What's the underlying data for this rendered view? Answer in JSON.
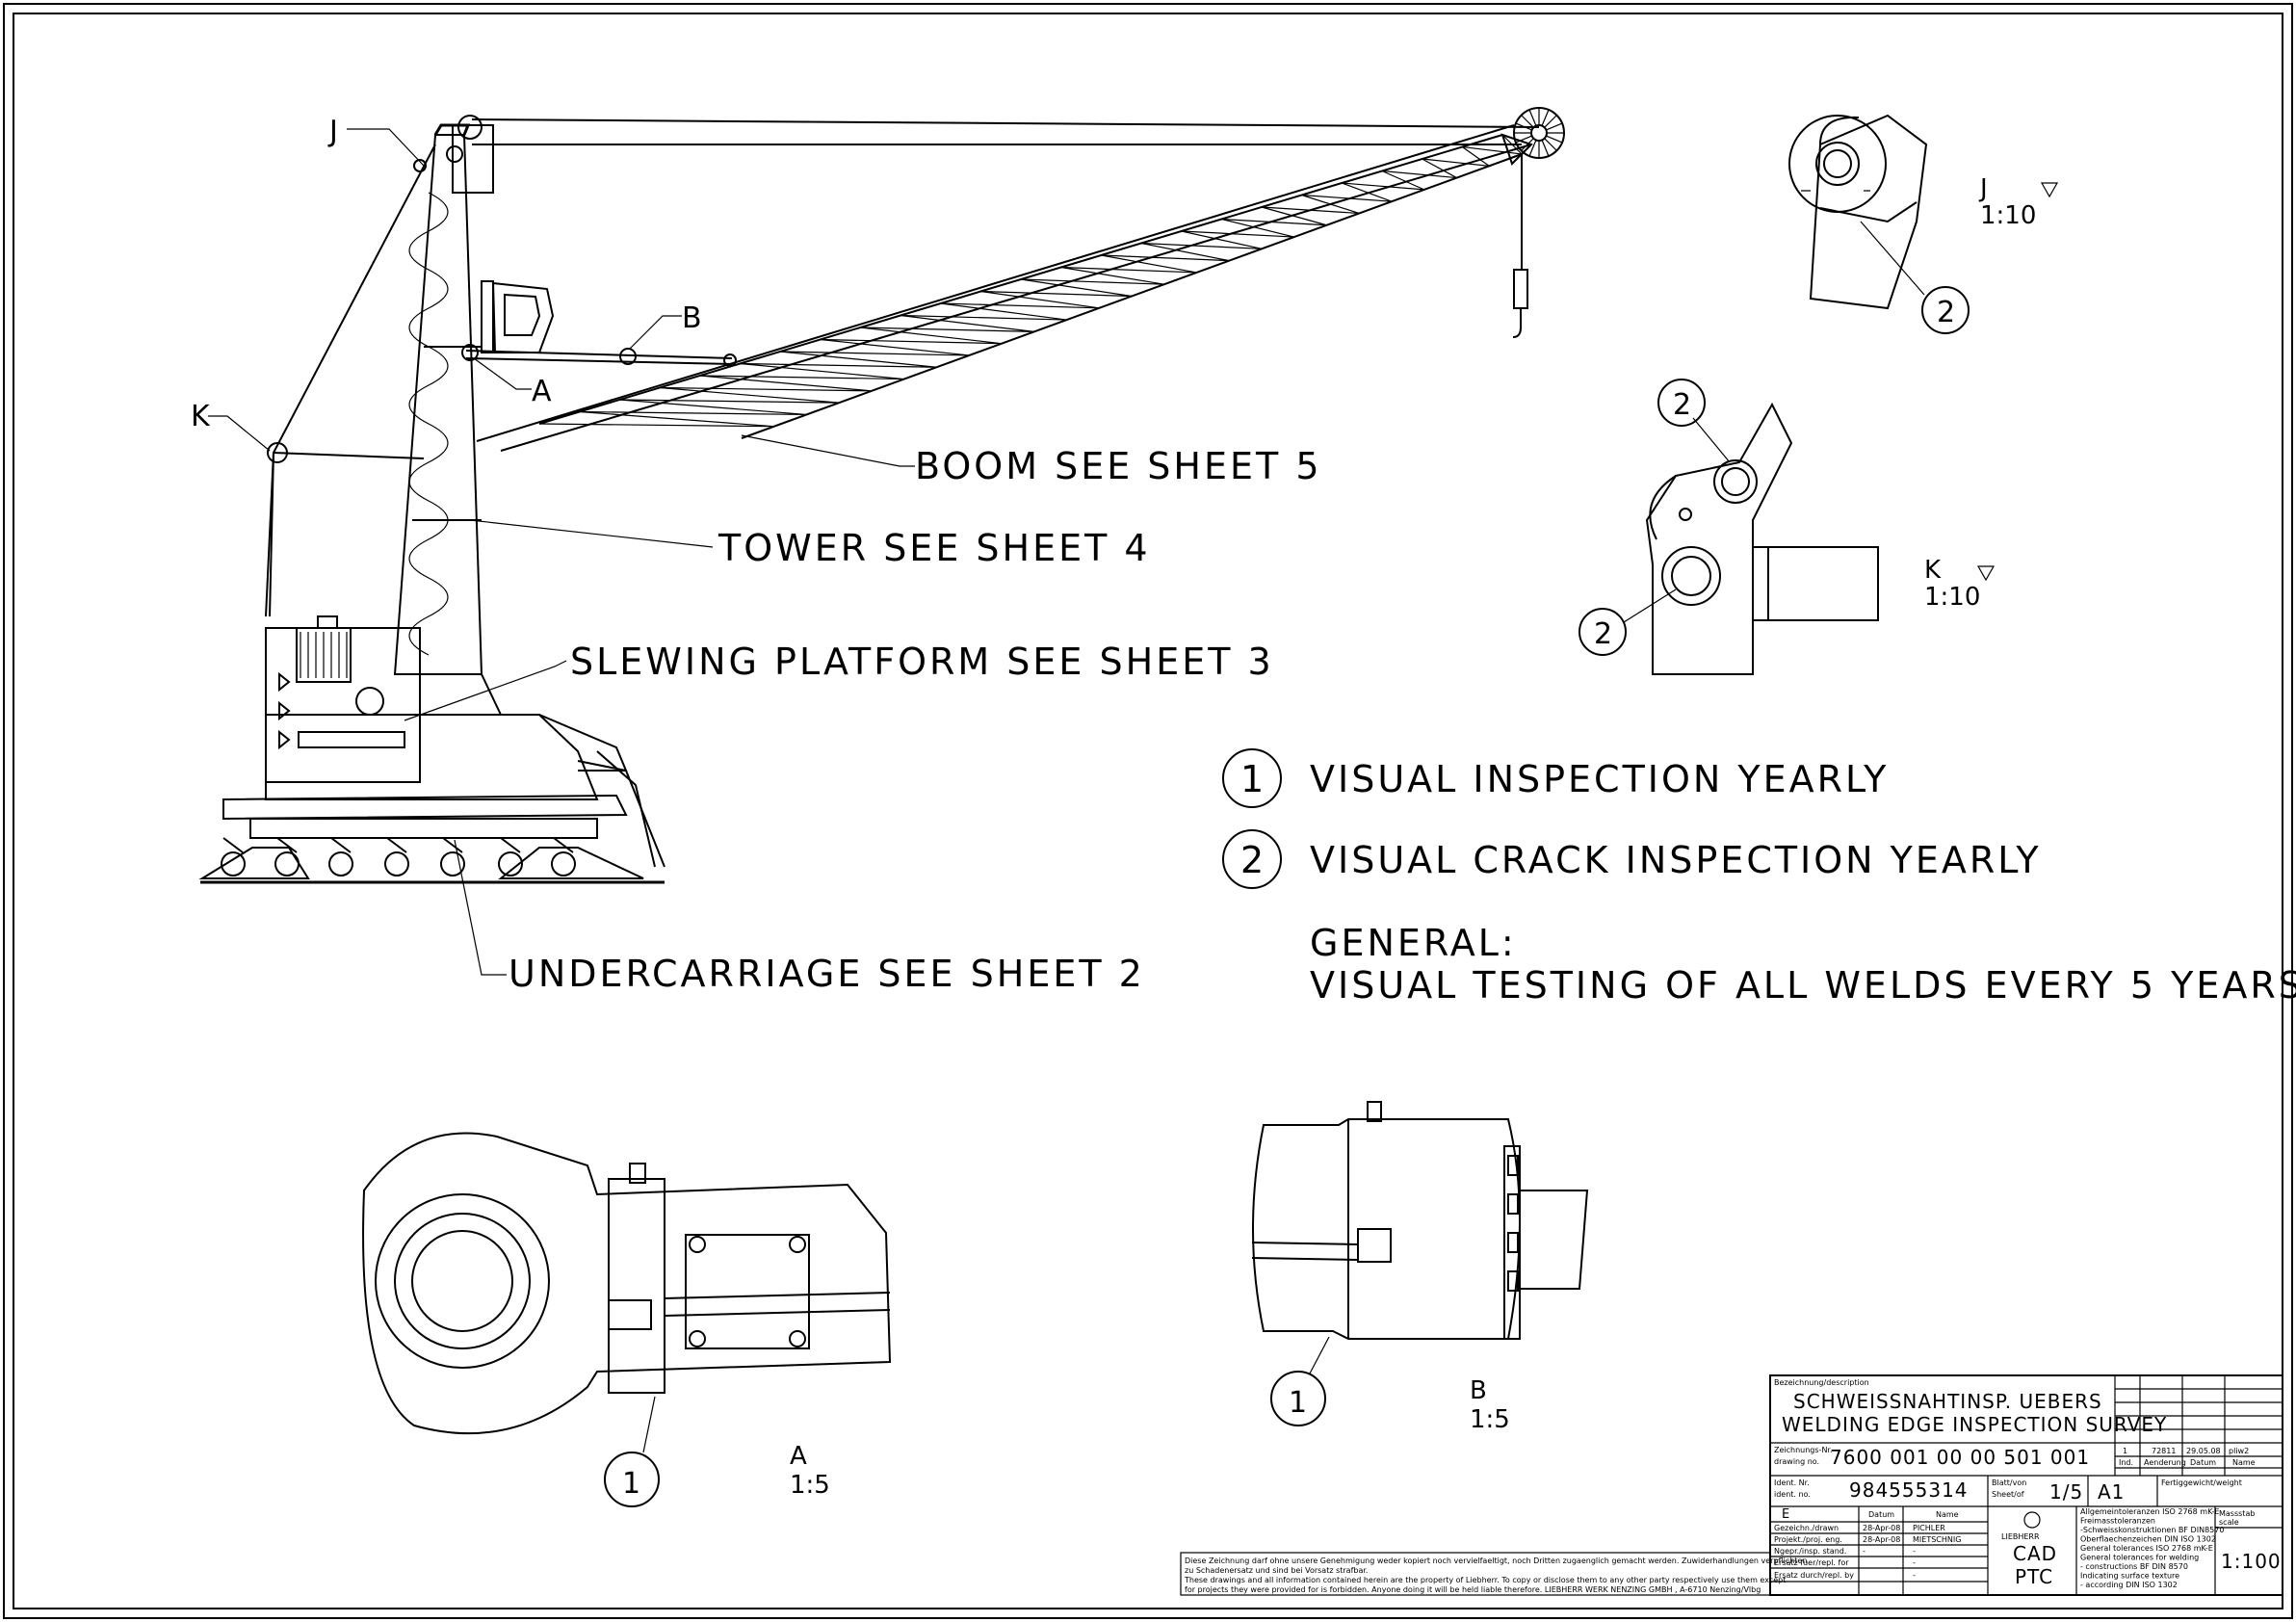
{
  "labels": {
    "J": "J",
    "K": "K",
    "A": "A",
    "B": "B",
    "boom": "BOOM SEE SHEET 5",
    "tower": "TOWER SEE SHEET 4",
    "slewing": "SLEWING PLATFORM SEE SHEET 3",
    "undercarriage": "UNDERCARRIAGE SEE SHEET 2"
  },
  "details": {
    "j": {
      "letter": "J",
      "scale": "1:10",
      "callout": "2"
    },
    "k": {
      "letter": "K",
      "scale": "1:10",
      "callout_top": "2",
      "callout_bottom": "2"
    },
    "a": {
      "letter": "A",
      "scale": "1:5",
      "callout": "1"
    },
    "b": {
      "letter": "B",
      "scale": "1:5",
      "callout": "1"
    }
  },
  "legend": {
    "item1": {
      "num": "1",
      "text": "VISUAL INSPECTION YEARLY"
    },
    "item2": {
      "num": "2",
      "text": "VISUAL CRACK INSPECTION YEARLY"
    },
    "general_title": "GENERAL:",
    "general_text": "VISUAL TESTING OF ALL WELDS EVERY 5 YEARS"
  },
  "title_block": {
    "description_label": "Bezeichnung/description",
    "title_de": "SCHWEISSNAHTINSP. UEBERS",
    "title_en": "WELDING EDGE INSPECTION SURVEY",
    "drawing_no_label_1": "Zeichnungs-Nr.",
    "drawing_no_label_2": "drawing no.",
    "drawing_no": "7600 001 00 00 501 001",
    "ident_label_1": "Ident. Nr.",
    "ident_label_2": "ident. no.",
    "ident_no": "984555314",
    "sheet_label_1": "Blatt/von",
    "sheet_label_2": "Sheet/of",
    "sheet": "1/5",
    "format": "A1",
    "weight_label": "Fertiggewicht/weight",
    "rev_index": "1",
    "rev_number": "72811",
    "rev_date": "29.05.08",
    "rev_name": "pliw2",
    "col_ind": "Ind.",
    "col_change": "Aenderung",
    "col_date": "Datum",
    "col_name": "Name",
    "e_label": "E",
    "datum_header": "Datum",
    "name_header": "Name",
    "rows": [
      {
        "label": "Gezeichn./drawn",
        "date": "28-Apr-08",
        "name": "PICHLER"
      },
      {
        "label": "Projekt./proj. eng.",
        "date": "28-Apr-08",
        "name": "MIETSCHNIG"
      },
      {
        "label": "Ngepr./insp. stand.",
        "date": "-",
        "name": "-"
      },
      {
        "label": "Ersatz fuer/repl. for",
        "date": "",
        "name": "-"
      },
      {
        "label": "Ersatz durch/repl. by",
        "date": "",
        "name": "-"
      }
    ],
    "company": "LIEBHERR",
    "cad": "CAD",
    "ptc": "PTC",
    "tolerance_lines": [
      "Allgemeintoleranzen ISO 2768 mK-E",
      "Freimasstoleranzen",
      "-Schweisskonstruktionen BF DIN8570",
      "Oberflaechenzeichen DIN ISO 1302",
      "General tolerances ISO 2768 mK-E",
      "General tolerances for welding",
      "- constructions BF DIN 8570",
      "Indicating surface texture",
      "- according DIN ISO 1302"
    ],
    "scale_label_1": "Massstab",
    "scale_label_2": "scale",
    "scale": "1:100",
    "notice_lines": [
      "Diese Zeichnung darf ohne unsere Genehmigung weder kopiert noch vervielfaeltigt, noch Dritten zugaenglich gemacht werden. Zuwiderhandlungen verpflichten",
      "zu Schadenersatz und sind bei Vorsatz strafbar.",
      "These drawings and all information contained herein are the property of Liebherr. To copy or disclose them to any other party respectively use them except",
      "for projects they were provided for is forbidden. Anyone doing it will be held liable therefore.     LIEBHERR WERK NENZING GMBH , A-6710 Nenzing/Vlbg"
    ]
  }
}
